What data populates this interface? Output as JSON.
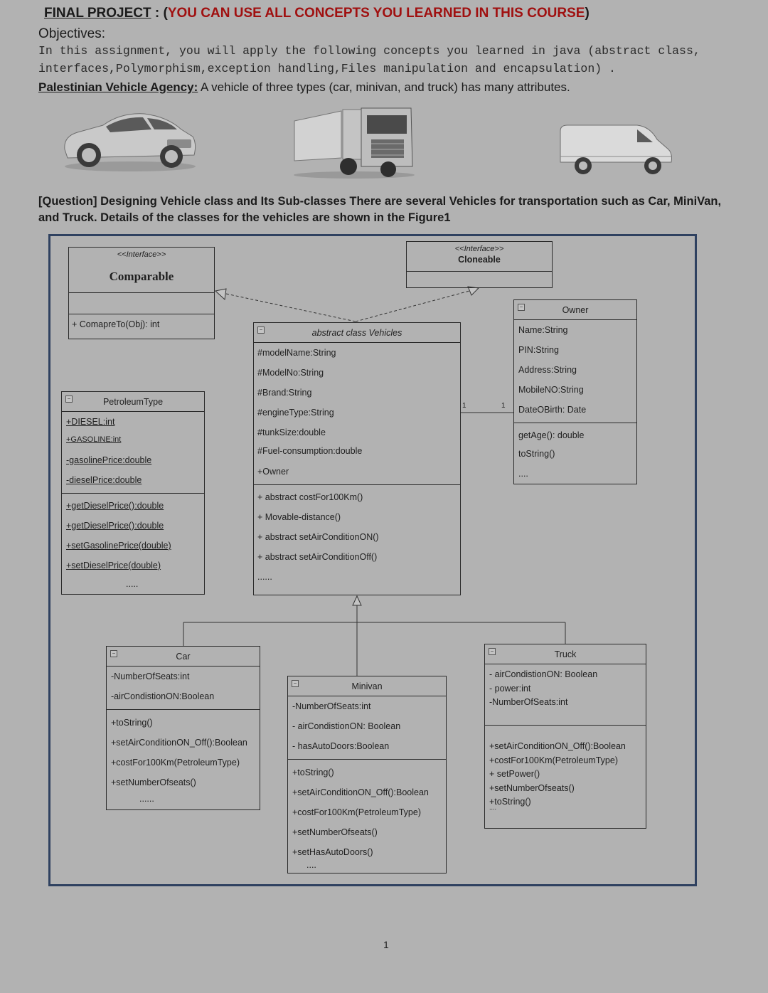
{
  "header": {
    "final_project": "FINAL PROJECT",
    "colon": " : (",
    "highlight": "YOU CAN USE ALL CONCEPTS YOU LEARNED IN THIS COURSE",
    "close": ")"
  },
  "objectives": {
    "title": "Objectives:",
    "line1": "In this assignment, you will apply the following concepts you learned in java (abstract class,",
    "line2": "interfaces,Polymorphism,exception handling,Files manipulation and encapsulation) ."
  },
  "agency": {
    "name": "Palestinian Vehicle Agency:",
    "text": " A vehicle of three types (car, minivan, and truck)  has many attributes."
  },
  "question": "[Question] Designing Vehicle class and Its Sub-classes There are several Vehicles for transportation such as Car, MiniVan, and Truck.  Details of the classes for the vehicles are shown in the Figure1",
  "diagram": {
    "comparable": {
      "stereotype": "<<Interface>>",
      "name": "Comparable",
      "method": "+ ComapreTo(Obj): int"
    },
    "cloneable": {
      "stereotype": "<<Interface>>",
      "name": "Cloneable"
    },
    "vehicles": {
      "name": "abstract class Vehicles",
      "attributes": [
        "#modelName:String",
        "#ModelNo:String",
        "#Brand:String",
        "#engineType:String",
        "#tunkSize:double",
        "#Fuel-consumption:double",
        "+Owner"
      ],
      "methods": [
        "+ abstract costFor100Km()",
        "+ Movable-distance()",
        "+ abstract setAirConditionON()",
        "+ abstract setAirConditionOff()",
        "......"
      ]
    },
    "owner": {
      "name": "Owner",
      "attributes": [
        "Name:String",
        "PIN:String",
        "Address:String",
        "MobileNO:String",
        "DateOBirth: Date"
      ],
      "methods": [
        "getAge(): double",
        "toString()",
        "...."
      ]
    },
    "multiplicity": {
      "left": "1",
      "right": "1"
    },
    "petroleum": {
      "name": "PetroleumType",
      "attributes": [
        "+DIESEL:int",
        "+GASOLINE:int",
        "-gasolinePrice:double",
        "-dieselPrice:double"
      ],
      "methods": [
        "+getDieselPrice():double",
        "+getDieselPrice():double",
        "+setGasolinePrice(double)",
        "+setDieselPrice(double)",
        "....."
      ]
    },
    "car": {
      "name": "Car",
      "attributes": [
        "-NumberOfSeats:int",
        "-airCondistionON:Boolean"
      ],
      "methods": [
        "+toString()",
        "+setAirConditionON_Off():Boolean",
        "+costFor100Km(PetroleumType)",
        "+setNumberOfseats()",
        "......"
      ]
    },
    "minivan": {
      "name": "Minivan",
      "attributes": [
        "-NumberOfSeats:int",
        "- airCondistionON: Boolean",
        "- hasAutoDoors:Boolean"
      ],
      "methods": [
        "+toString()",
        "+setAirConditionON_Off():Boolean",
        "+costFor100Km(PetroleumType)",
        "+setNumberOfseats()",
        "+setHasAutoDoors()",
        "...."
      ]
    },
    "truck": {
      "name": "Truck",
      "attributes": [
        "- airCondistionON: Boolean",
        "- power:int",
        "-NumberOfSeats:int"
      ],
      "methods": [
        "+setAirConditionON_Off():Boolean",
        "+costFor100Km(PetroleumType)",
        "+ setPower()",
        "+setNumberOfseats()",
        "+toString()",
        "...."
      ]
    }
  },
  "page_number": "1"
}
